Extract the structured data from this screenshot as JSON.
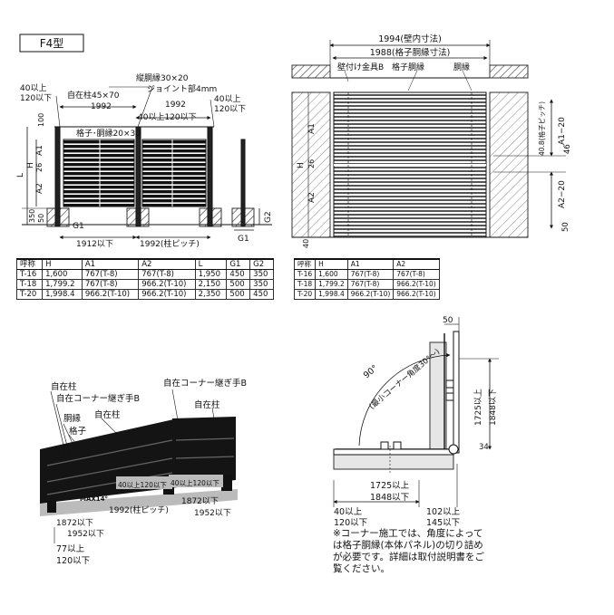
{
  "model_label": "F4型",
  "front": {
    "post_left_top": "40以上",
    "post_left_bottom": "120以下",
    "post_label": "自在柱45×70",
    "rail_label": "縦胴縁30×20",
    "joint_label": "ジョイント部4mm",
    "right_top": "40以上",
    "right_bottom": "120以下",
    "dim_left": "1992",
    "dim_right": "1992",
    "mid_dim": "40以上120以下",
    "lattice_label": "格子･胴縁20×30",
    "dim_100": "100",
    "dim_a1": "A1",
    "dim_26": "26",
    "dim_h": "H",
    "dim_l": "L",
    "dim_a2": "A2",
    "dim_350": "350",
    "dim_50": "50",
    "g1": "G1",
    "g2": "G2",
    "g1_side": "G1",
    "bottom_left": "1912以下",
    "bottom_right": "1992(柱ピッチ)"
  },
  "table_left": {
    "headers": [
      "呼称",
      "H",
      "A1",
      "A2",
      "L",
      "G1",
      "G2"
    ],
    "rows": [
      [
        "T-16",
        "1,600",
        "767(T-8)",
        "767(T-8)",
        "1,950",
        "450",
        "350"
      ],
      [
        "T-18",
        "1,799.2",
        "767(T-8)",
        "966.2(T-10)",
        "2,150",
        "500",
        "350"
      ],
      [
        "T-20",
        "1,998.4",
        "966.2(T-10)",
        "966.2(T-10)",
        "2,350",
        "500",
        "450"
      ]
    ]
  },
  "panel": {
    "inner_width": "1994(壁内寸法)",
    "rail_width": "1988(格子胴縁寸法)",
    "bracket_label": "壁付け金具B",
    "lattice_rail": "格子胴縁",
    "rail": "胴縁",
    "dim_a1_20": "A1−20",
    "pitch_label": "40.8(格子ピッチ)",
    "dim_46": "46",
    "dim_a2_20": "A2−20",
    "dim_50": "50",
    "dim_a1": "A1",
    "dim_h": "H",
    "dim_26": "26",
    "dim_a2": "A2",
    "dim_40": "40"
  },
  "table_right": {
    "headers": [
      "呼称",
      "H",
      "A1",
      "A2"
    ],
    "rows": [
      [
        "T-16",
        "1,600",
        "767(T-8)",
        "767(T-8)"
      ],
      [
        "T-18",
        "1,799.2",
        "767(T-8)",
        "966.2(T-10)"
      ],
      [
        "T-20",
        "1,998.4",
        "966.2(T-10)",
        "966.2(T-10)"
      ]
    ]
  },
  "perspective": {
    "post_a": "自在柱",
    "corner_a": "自在コーナー継ぎ手B",
    "corner_b": "自在コーナー継ぎ手B",
    "rail": "胴縁",
    "lattice": "格子",
    "post_b": "自在柱",
    "post_c": "自在柱",
    "max": "MAX14°",
    "range_a": "40以上120以下",
    "range_b": "40以上120以下",
    "pitch": "1992(柱ピッチ)",
    "d1872_left": "1872以下",
    "d1952_left": "1952以下",
    "d1872_right": "1872以下",
    "d1952_right": "1952以下",
    "d77": "77以上",
    "d120": "120以下"
  },
  "plan": {
    "dim_50": "50",
    "angle": "90°",
    "angle_note": "(最小コーナー角度30°〜)",
    "d1725": "1725以上",
    "d1848": "1848以下",
    "dim_34": "34",
    "bottom_1725": "1725以上",
    "bottom_1848": "1848以下",
    "left_40": "40以上",
    "left_120": "120以下",
    "right_102": "102以上",
    "right_145": "145以下"
  },
  "note": "※コーナー施工では、角度によっては格子胴縁(本体パネル)の切り詰めが必要です。詳細は取付説明書をご覧ください。"
}
